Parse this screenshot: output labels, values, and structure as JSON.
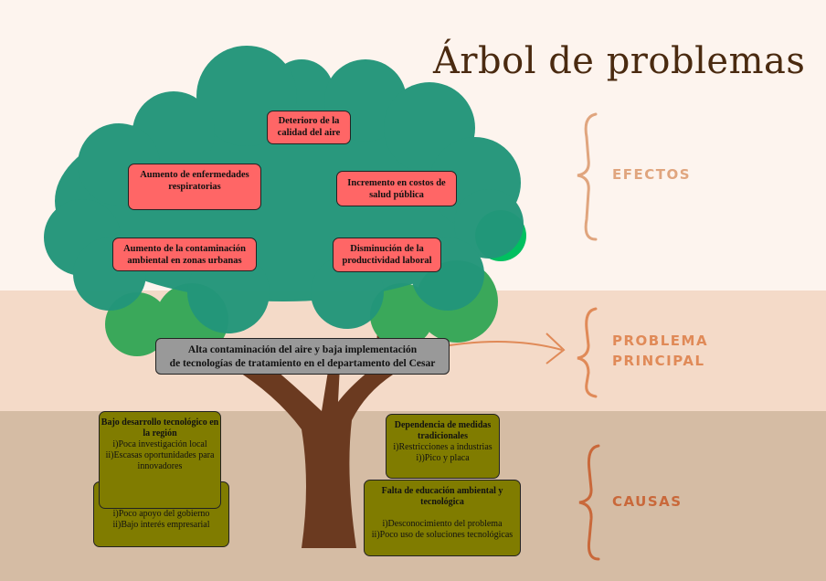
{
  "title": "Árbol de problemas",
  "sections": {
    "effects": "EFECTOS",
    "problem_line1": "PROBLEMA",
    "problem_line2": "PRINCIPAL",
    "causes": "CAUSAS"
  },
  "effects": [
    "Deterioro de la calidad del aire",
    "Aumento de enfermedades respiratorias",
    "Incremento en costos de salud pública",
    "Aumento de la contaminación ambiental en zonas urbanas",
    "Disminución de la productividad laboral"
  ],
  "main_problem": {
    "line1": "Alta contaminación del aire y baja implementación",
    "line2": "de tecnologías de tratamiento en el departamento del Cesar"
  },
  "causes": [
    {
      "title": "Bajo desarrollo tecnológico en la región",
      "items": [
        "i)Poca investigación local",
        "ii)Escasas oportunidades para innovadores"
      ]
    },
    {
      "title": "",
      "items": [
        "i)Poco apoyo del gobierno",
        "ii)Bajo interés empresarial"
      ]
    },
    {
      "title": "Dependencia de medidas tradicionales",
      "items": [
        "i)Restricciones a industrias",
        "i))Pico y placa"
      ]
    },
    {
      "title": "Falta de educación ambiental y tecnológica",
      "items": [
        "i)Desconocimiento del problema",
        "ii)Poco uso de soluciones tecnológicas"
      ]
    }
  ],
  "colors": {
    "effect": "#ff6666",
    "cause": "#807c00",
    "canopy": "#23967a",
    "trunk": "#6b3a20"
  }
}
